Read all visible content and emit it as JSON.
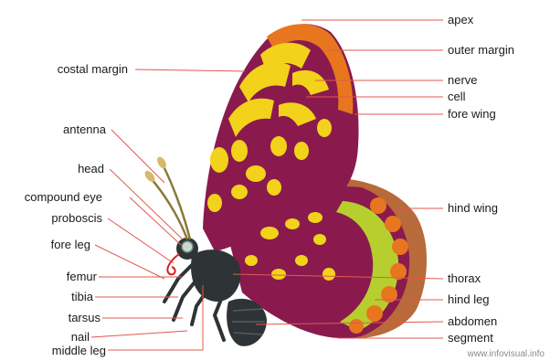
{
  "labels_right": {
    "apex": "apex",
    "outer_margin": "outer margin",
    "nerve": "nerve",
    "cell": "cell",
    "fore_wing": "fore wing",
    "hind_wing": "hind wing",
    "thorax": "thorax",
    "hind_leg": "hind leg",
    "abdomen": "abdomen",
    "segment": "segment"
  },
  "labels_left": {
    "costal_margin": "costal margin",
    "antenna": "antenna",
    "head": "head",
    "compound_eye": "compound eye",
    "proboscis": "proboscis",
    "fore_leg": "fore leg",
    "femur": "femur",
    "tibia": "tibia",
    "tarsus": "tarsus",
    "nail": "nail",
    "middle_leg": "middle leg"
  },
  "watermark": "www.infovisual.info",
  "colors": {
    "wing_purple": "#8a1a4e",
    "wing_orange": "#e8761e",
    "wing_yellow": "#f2d21a",
    "hind_edge": "#b86a3a",
    "green_spots": "#b7cf2e",
    "body_dark": "#2e3436",
    "leader_line": "#e05a4e"
  }
}
